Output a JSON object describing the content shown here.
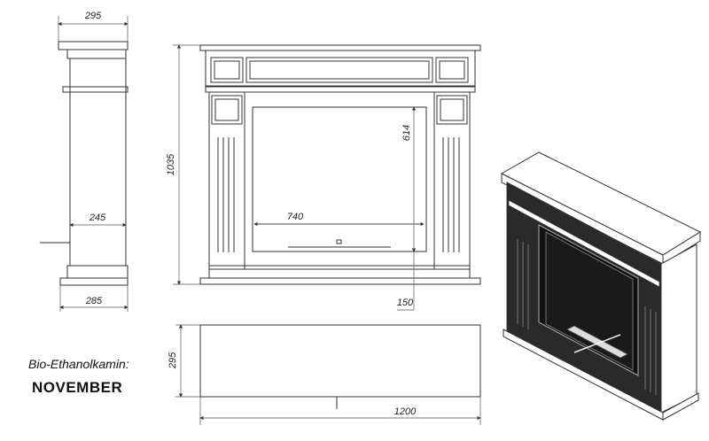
{
  "dimensions": {
    "side_top_width": "295",
    "side_inner_depth": "245",
    "side_base_width": "285",
    "front_height": "1035",
    "firebox_width": "740",
    "firebox_height": "614",
    "base_height": "150",
    "top_depth": "295",
    "top_width": "1200"
  },
  "product": {
    "type_label": "Bio-Ethanolkamin:",
    "name": "NOVEMBER"
  },
  "colors": {
    "line": "#333333",
    "fill_dark": "#2a2a2a",
    "fill_light": "#ffffff"
  }
}
